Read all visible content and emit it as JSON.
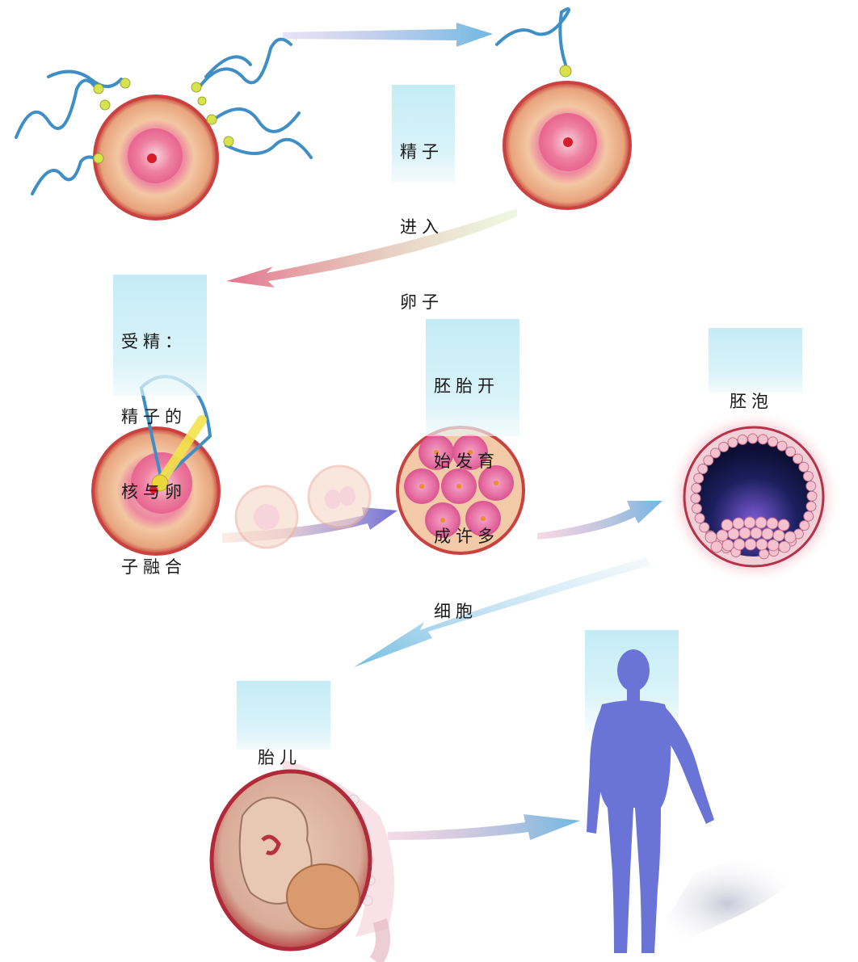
{
  "stages": {
    "sperm_enter": {
      "lines": [
        "精子",
        "进入",
        "卵子"
      ]
    },
    "fertilization": {
      "lines": [
        "受精：",
        "精子的",
        "核与卵",
        "子融合"
      ]
    },
    "embryo": {
      "lines": [
        "胚胎开",
        "始发育",
        "成许多",
        "细胞"
      ]
    },
    "blastocyst": {
      "lines": [
        "胚泡"
      ]
    },
    "fetus": {
      "lines": [
        "胎儿"
      ]
    }
  },
  "colors": {
    "label_bg": "#c8edf7",
    "cell_outer": "#e0a78a",
    "cell_rim": "#c9423f",
    "nucleus": "#e84a7a",
    "sperm": "#3f8fc6",
    "sperm_head": "#d8e24c",
    "arrow": "#6fb8e2",
    "human": "#6a73d6"
  }
}
